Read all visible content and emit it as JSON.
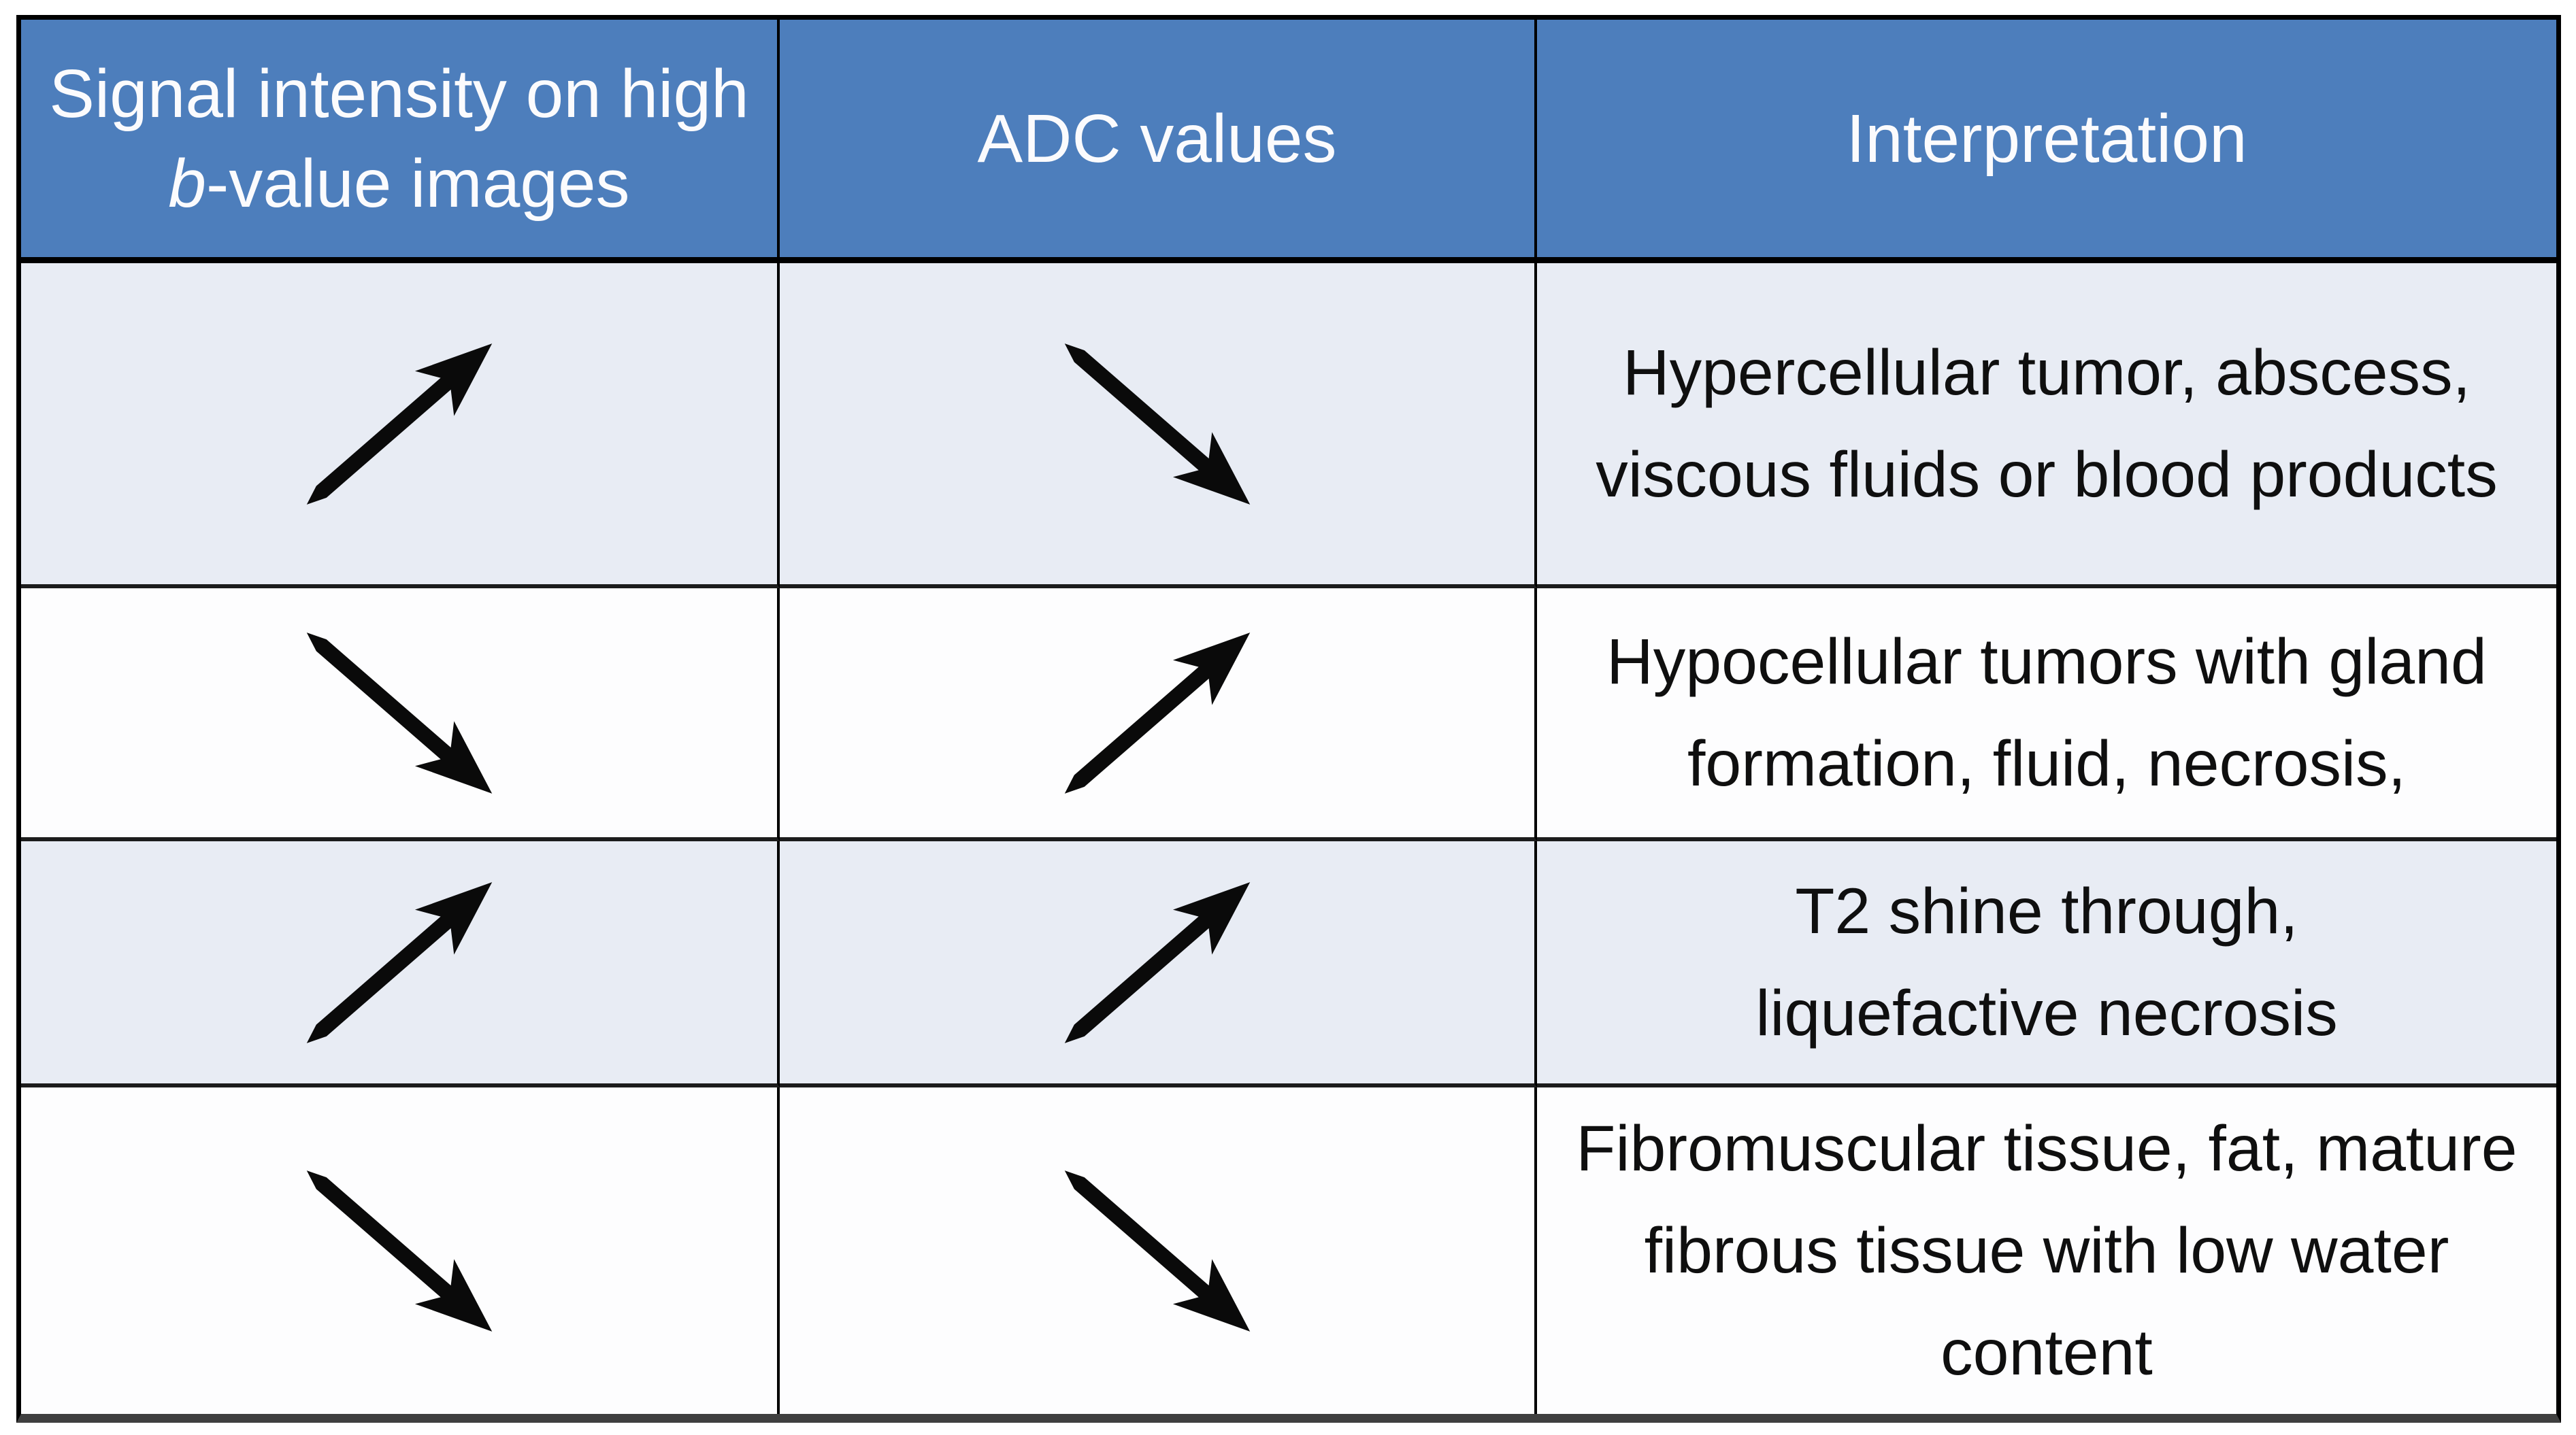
{
  "table": {
    "header": {
      "col1": {
        "line1": "Signal intensity on high",
        "italic": "b",
        "line2_rest": "-value images"
      },
      "col2": "ADC values",
      "col3": "Interpretation"
    },
    "rows": [
      {
        "signal_arrow": "up",
        "adc_arrow": "down",
        "interpretation_lines": [
          "Hypercellular tumor, abscess,",
          "viscous fluids or blood products"
        ]
      },
      {
        "signal_arrow": "down",
        "adc_arrow": "up",
        "interpretation_lines": [
          "Hypocellular tumors with gland",
          "formation, fluid, necrosis,"
        ]
      },
      {
        "signal_arrow": "up",
        "adc_arrow": "up",
        "interpretation_lines": [
          "T2 shine through,",
          "liquefactive necrosis"
        ]
      },
      {
        "signal_arrow": "down",
        "adc_arrow": "down",
        "interpretation_lines": [
          "Fibromuscular tissue, fat, mature",
          "fibrous tissue with low water",
          "content"
        ]
      }
    ],
    "colors": {
      "header_bg": "#4d7ebc",
      "row_alt_bg": "#e8ecf4",
      "row_bg": "#fdfdfe",
      "border": "#000000",
      "separator": "#1c1c1c",
      "bottom_border": "#3f3f3f",
      "header_text": "#fbfbfd",
      "body_text": "#0f0f0f",
      "arrow": "#0a0a0a"
    },
    "icon_semantics": {
      "up": "diagonal-arrow-up-right-icon",
      "down": "diagonal-arrow-down-right-icon"
    }
  }
}
